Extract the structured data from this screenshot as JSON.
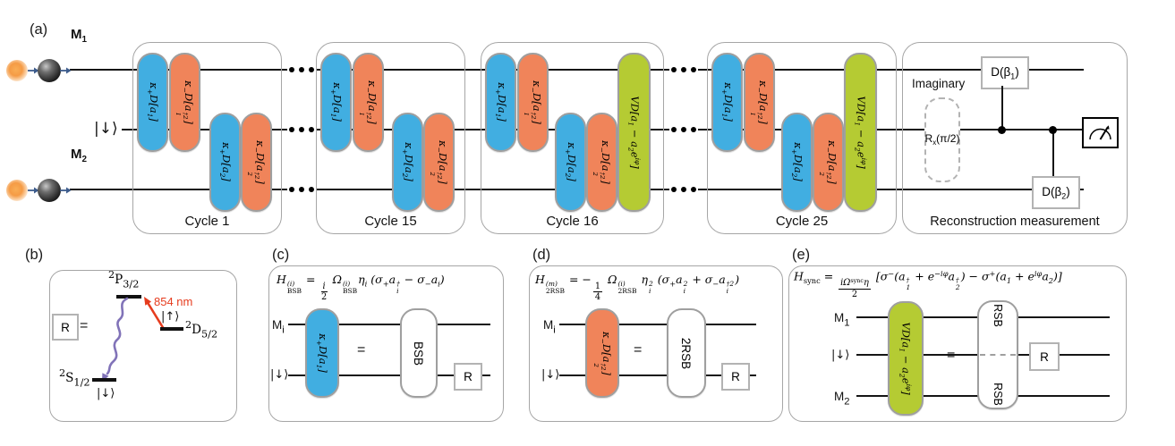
{
  "colors": {
    "blue": "#41aee1",
    "orange": "#f0845a",
    "green": "#b5cb33",
    "red": "#e63c1e",
    "purple": "#8173b8"
  },
  "panel_a": {
    "label": "(a)",
    "m1": [
      {
        "v": "M"
      },
      {
        "t": "sub",
        "v": "1"
      }
    ],
    "m2": [
      {
        "v": "M"
      },
      {
        "t": "sub",
        "v": "2"
      }
    ],
    "spin": "|↓⟩",
    "cycle_labels": [
      "Cycle 1",
      "Cycle 15",
      "Cycle 16",
      "Cycle 25"
    ],
    "gates": {
      "bsb1": [
        {
          "v": "κ"
        },
        {
          "t": "sub",
          "v": "+"
        },
        {
          "v": "D[a"
        },
        {
          "t": "sub",
          "v": "1"
        },
        {
          "v": "]"
        }
      ],
      "rsb1": [
        {
          "v": "κ"
        },
        {
          "t": "sub",
          "v": "−"
        },
        {
          "v": "D[a"
        },
        {
          "t": "stack",
          "sup": "†2",
          "sub": "1"
        },
        {
          "v": "]"
        }
      ],
      "bsb2": [
        {
          "v": "κ"
        },
        {
          "t": "sub",
          "v": "+"
        },
        {
          "v": "D[a"
        },
        {
          "t": "sub",
          "v": "2"
        },
        {
          "v": "]"
        }
      ],
      "rsb2": [
        {
          "v": "κ"
        },
        {
          "t": "sub",
          "v": "−"
        },
        {
          "v": "D[a"
        },
        {
          "t": "stack",
          "sup": "†2",
          "sub": "2"
        },
        {
          "v": "]"
        }
      ],
      "sync": [
        {
          "v": "V"
        },
        {
          "v": "D[a"
        },
        {
          "t": "sub",
          "v": "1"
        },
        {
          "v": " − a"
        },
        {
          "t": "sub",
          "v": "2"
        },
        {
          "v": "e"
        },
        {
          "t": "sup",
          "v": "iφ"
        },
        {
          "v": "]"
        }
      ]
    },
    "recon": {
      "title": "Reconstruction measurement",
      "imaginary": "Imaginary",
      "rx": [
        {
          "v": "R"
        },
        {
          "t": "sub",
          "v": "x"
        },
        {
          "v": "(π/2)"
        }
      ],
      "d1": [
        {
          "v": "D(β"
        },
        {
          "t": "sub",
          "v": "1"
        },
        {
          "v": ")"
        }
      ],
      "d2": [
        {
          "v": "D(β"
        },
        {
          "t": "sub",
          "v": "2"
        },
        {
          "v": ")"
        }
      ]
    }
  },
  "panel_b": {
    "label": "(b)",
    "p_level": [
      {
        "t": "sup",
        "v": "2"
      },
      {
        "v": "P"
      },
      {
        "t": "sub",
        "v": "3/2"
      }
    ],
    "d_level": [
      {
        "t": "sup",
        "v": "2"
      },
      {
        "v": "D"
      },
      {
        "t": "sub",
        "v": "5/2"
      }
    ],
    "s_level": [
      {
        "t": "sup",
        "v": "2"
      },
      {
        "v": "S"
      },
      {
        "t": "sub",
        "v": "1/2"
      }
    ],
    "up_state": "|↑⟩",
    "down_state": "|↓⟩",
    "wavelength": "854 nm",
    "r": "R",
    "eq": "="
  },
  "panel_c": {
    "label": "(c)",
    "formula": [
      {
        "v": "H"
      },
      {
        "t": "stack",
        "sup": "(i)",
        "sub": "BSB",
        "subc": "up"
      },
      {
        "v": " = ",
        "c": "up"
      },
      {
        "t": "frac",
        "n": [
          {
            "v": "i"
          }
        ],
        "d": [
          {
            "v": "2",
            "c": "up"
          }
        ]
      },
      {
        "v": " Ω"
      },
      {
        "t": "stack",
        "sup": "(i)",
        "sub": "BSB",
        "subc": "up"
      },
      {
        "v": "η"
      },
      {
        "t": "sub",
        "v": "i"
      },
      {
        "v": " ("
      },
      {
        "v": "σ"
      },
      {
        "t": "sub",
        "v": "+",
        "c": "up"
      },
      {
        "v": "a"
      },
      {
        "t": "stack",
        "sup": "†",
        "sub": "i"
      },
      {
        "v": " − σ"
      },
      {
        "t": "sub",
        "v": "−",
        "c": "up"
      },
      {
        "v": "a"
      },
      {
        "t": "sub",
        "v": "i"
      },
      {
        "v": ")"
      }
    ],
    "wire1": [
      {
        "v": "M"
      },
      {
        "t": "sub",
        "v": "i"
      }
    ],
    "wire2": "|↓⟩",
    "gate": [
      {
        "v": "κ"
      },
      {
        "t": "sub",
        "v": "+"
      },
      {
        "v": "D[a"
      },
      {
        "t": "sub",
        "v": "1"
      },
      {
        "v": "]"
      }
    ],
    "eq": "=",
    "pill": "BSB",
    "r": "R"
  },
  "panel_d": {
    "label": "(d)",
    "formula": [
      {
        "v": "H"
      },
      {
        "t": "stack",
        "sup": "(m)",
        "sub": "2RSB",
        "subc": "up"
      },
      {
        "v": " = −",
        "c": "up"
      },
      {
        "t": "frac",
        "n": [
          {
            "v": "1",
            "c": "up"
          }
        ],
        "d": [
          {
            "v": "4",
            "c": "up"
          }
        ]
      },
      {
        "v": " Ω"
      },
      {
        "t": "stack",
        "sup": "(i)",
        "sub": "2RSB",
        "subc": "up"
      },
      {
        "v": " η"
      },
      {
        "t": "stack",
        "sup": "2",
        "sub": "i"
      },
      {
        "v": " ("
      },
      {
        "v": "σ"
      },
      {
        "t": "sub",
        "v": "+",
        "c": "up"
      },
      {
        "v": "a"
      },
      {
        "t": "stack",
        "sup": "2",
        "sub": "i"
      },
      {
        "v": " + σ"
      },
      {
        "t": "sub",
        "v": "−",
        "c": "up"
      },
      {
        "v": "a"
      },
      {
        "t": "stack",
        "sup": "†2",
        "sub": "i"
      },
      {
        "v": ")"
      }
    ],
    "wire1": [
      {
        "v": "M"
      },
      {
        "t": "sub",
        "v": "i"
      }
    ],
    "wire2": "|↓⟩",
    "gate": [
      {
        "v": "κ"
      },
      {
        "t": "sub",
        "v": "−"
      },
      {
        "v": "D[a"
      },
      {
        "t": "stack",
        "sup": "†2",
        "sub": "2"
      },
      {
        "v": "]"
      }
    ],
    "eq": "=",
    "pill": "2RSB",
    "r": "R"
  },
  "panel_e": {
    "label": "(e)",
    "formula": [
      {
        "v": "H"
      },
      {
        "t": "sub",
        "v": "sync",
        "c": "up"
      },
      {
        "v": " = ",
        "c": "up"
      },
      {
        "t": "frac",
        "n": [
          {
            "v": "iΩ"
          },
          {
            "t": "sub",
            "v": "sync",
            "c": "up"
          },
          {
            "v": "η"
          }
        ],
        "d": [
          {
            "v": "2",
            "c": "up"
          }
        ]
      },
      {
        "v": " [σ"
      },
      {
        "t": "sup",
        "v": "−",
        "c": "up"
      },
      {
        "v": "(a"
      },
      {
        "t": "stack",
        "sup": "†",
        "sub": "1"
      },
      {
        "v": " + e"
      },
      {
        "t": "sup",
        "v": "−iφ"
      },
      {
        "v": "a"
      },
      {
        "t": "stack",
        "sup": "†",
        "sub": "2"
      },
      {
        "v": ") − σ"
      },
      {
        "t": "sup",
        "v": "+",
        "c": "up"
      },
      {
        "v": "(a"
      },
      {
        "t": "sub",
        "v": "1"
      },
      {
        "v": " + e"
      },
      {
        "t": "sup",
        "v": "iφ"
      },
      {
        "v": "a"
      },
      {
        "t": "sub",
        "v": "2"
      },
      {
        "v": ")]"
      }
    ],
    "wire1": [
      {
        "v": "M"
      },
      {
        "t": "sub",
        "v": "1"
      }
    ],
    "wire2": "|↓⟩",
    "wire3": [
      {
        "v": "M"
      },
      {
        "t": "sub",
        "v": "2"
      }
    ],
    "gate": [
      {
        "v": "V"
      },
      {
        "v": "D[a"
      },
      {
        "t": "sub",
        "v": "1"
      },
      {
        "v": " − a"
      },
      {
        "t": "sub",
        "v": "2"
      },
      {
        "v": "e"
      },
      {
        "t": "sup",
        "v": "iφ"
      },
      {
        "v": "]"
      }
    ],
    "eq": "=",
    "rsb_top": "RSB",
    "rsb_bottom": "RSB",
    "r": "R"
  }
}
